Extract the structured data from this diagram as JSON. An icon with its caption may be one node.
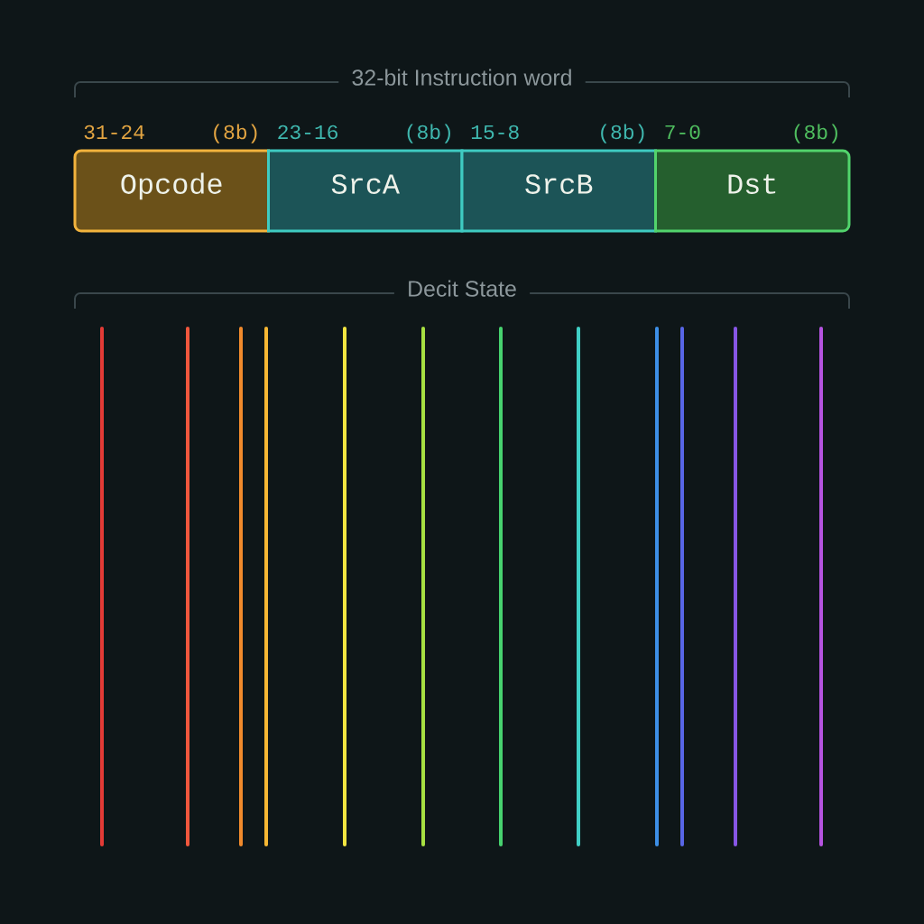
{
  "diagram": {
    "nodes": [
      {
        "text": [
          "Opcode"
        ],
        "beside": [
          "31-24",
          "(8b)"
        ]
      },
      {
        "text": [
          "SrcA"
        ],
        "beside": [
          "23-16",
          "(8b)"
        ]
      },
      {
        "text": [
          "SrcB"
        ],
        "beside": [
          "15-8",
          "(8b)"
        ]
      },
      {
        "text": [
          "Dst"
        ],
        "beside": [
          "7-0",
          "(8b)"
        ]
      }
    ],
    "labels": [
      "32-bit Instruction word",
      "Decit State"
    ]
  }
}
